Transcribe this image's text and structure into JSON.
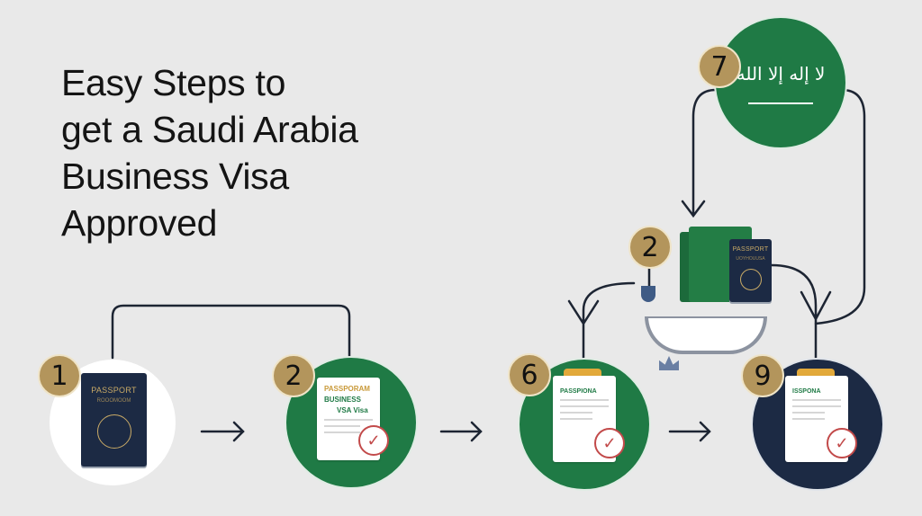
{
  "title": {
    "lines": [
      "Easy Steps to",
      "get a Saudi Arabia",
      "Business Visa",
      "Approved"
    ]
  },
  "colors": {
    "background": "#e9e9e9",
    "green": "#1f7a45",
    "navy": "#1c2a44",
    "gold": "#b3955c",
    "check_red": "#c24a4a"
  },
  "steps": [
    {
      "number": "1",
      "circle": "white",
      "passport_title": "PASSPORT",
      "passport_sub": "ROOOMOOM"
    },
    {
      "number": "2",
      "circle": "green",
      "doc_line1": "PASSPORAM",
      "doc_line2": "BUSINESS",
      "doc_line3": "VSA Visa"
    },
    {
      "number": "6",
      "circle": "green",
      "doc_header": "PASSPIONA"
    },
    {
      "number": "9",
      "circle": "navy",
      "doc_header": "ISSPONA"
    },
    {
      "number": "7",
      "circle": "green",
      "flag_text": "لا إله إلا الله"
    },
    {
      "number": "2",
      "passport_title": "PASSPORT",
      "passport_sub": "UOYHOUUSA"
    }
  ],
  "icons": [
    "arrow-right-icon",
    "check-icon",
    "globe-icon",
    "sword-icon"
  ]
}
